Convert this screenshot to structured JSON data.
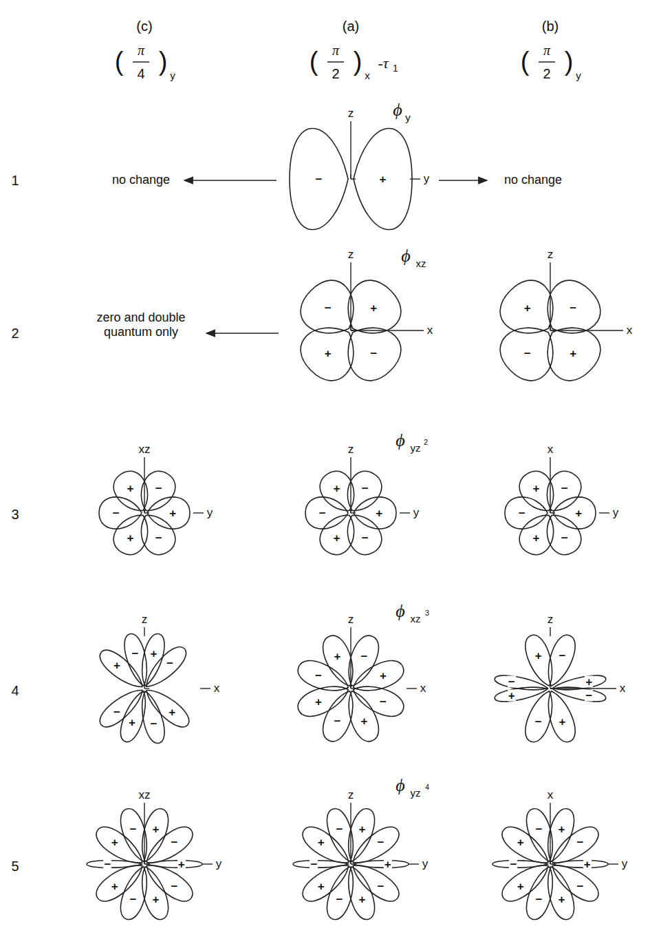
{
  "diagram": {
    "labels": [
      "(c)",
      "(a)",
      "(b)",
      "(",
      "π",
      "4",
      ")",
      "y",
      "(",
      "π",
      "2",
      ")",
      "x",
      "-τ",
      "1",
      "(",
      "π",
      "2",
      ")",
      "y",
      "1",
      "ϕ",
      "y",
      "z",
      "y",
      "+",
      "−",
      "no change",
      "no change",
      "2",
      "ϕ",
      "xz",
      "z",
      "x",
      "+",
      "−",
      "+",
      "−",
      "z",
      "x",
      "−",
      "+",
      "−",
      "+",
      "zero and double quantum only",
      "3",
      "ϕ",
      "yz",
      "2",
      "xz",
      "y",
      "+",
      "−",
      "+",
      "−",
      "+",
      "−",
      "z",
      "y",
      "+",
      "−",
      "+",
      "−",
      "+",
      "−",
      "x",
      "y",
      "+",
      "−",
      "+",
      "−",
      "+",
      "−",
      "4",
      "ϕ",
      "xz",
      "3",
      "z",
      "x",
      "−",
      "+",
      "−",
      "+",
      "−",
      "+",
      "−",
      "+",
      "z",
      "x",
      "+",
      "−",
      "+",
      "−",
      "+",
      "−",
      "+",
      "−",
      "z",
      "x",
      "+",
      "−",
      "+",
      "−",
      "+",
      "−",
      "+",
      "−",
      "5",
      "ϕ",
      "yz",
      "4",
      "xz",
      "y",
      "+",
      "−",
      "+",
      "−",
      "+",
      "−",
      "+",
      "−",
      "+",
      "−",
      "z",
      "y",
      "+",
      "−",
      "+",
      "−",
      "+",
      "−",
      "+",
      "−",
      "+",
      "−",
      "x",
      "y",
      "+",
      "−",
      "+",
      "−",
      "+",
      "−",
      "+",
      "−",
      "+",
      "−"
    ]
  }
}
